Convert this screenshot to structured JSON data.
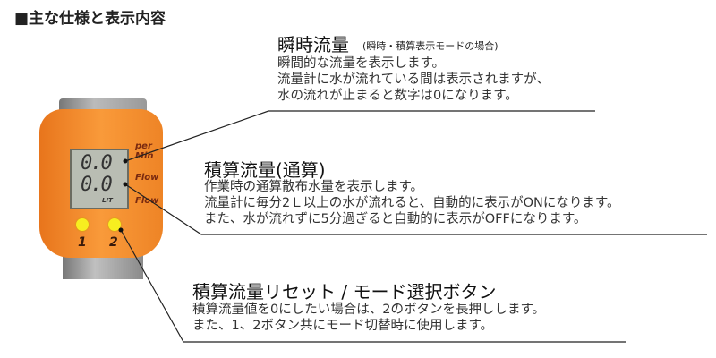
{
  "page_title": "■主な仕様と表示内容",
  "device": {
    "lcd_top_value": "0.0",
    "lcd_bottom_value": "0.0",
    "lcd_unit": "LIT",
    "label_per": "per",
    "label_min": "Min",
    "label_flow_top": "Flow",
    "label_flow_bottom": "Flow",
    "button_1": "1",
    "button_2": "2",
    "colors": {
      "body": "#f7902c",
      "button": "#f7ee20",
      "lcd": "#b9bdb3",
      "pipe": "#9a9a9a"
    }
  },
  "sections": [
    {
      "title": "瞬時流量",
      "subtitle": "(瞬時・積算表示モードの場合)",
      "lines": [
        "瞬間的な流量を表示します。",
        "流量計に水が流れている間は表示されますが、",
        "水の流れが止まると数字は0になります。"
      ]
    },
    {
      "title": "積算流量(通算)",
      "lines": [
        "作業時の通算散布水量を表示します。",
        "流量計に毎分2Ｌ以上の水が流れると、自動的に表示がONになります。",
        "また、水が流れずに5分過ぎると自動的に表示がOFFになります。"
      ]
    },
    {
      "title": "積算流量リセット / モード選択ボタン",
      "lines": [
        "積算流量値を0にしたい場合は、2のボタンを長押しします。",
        "また、1、2ボタン共にモード切替時に使用します。"
      ]
    }
  ]
}
